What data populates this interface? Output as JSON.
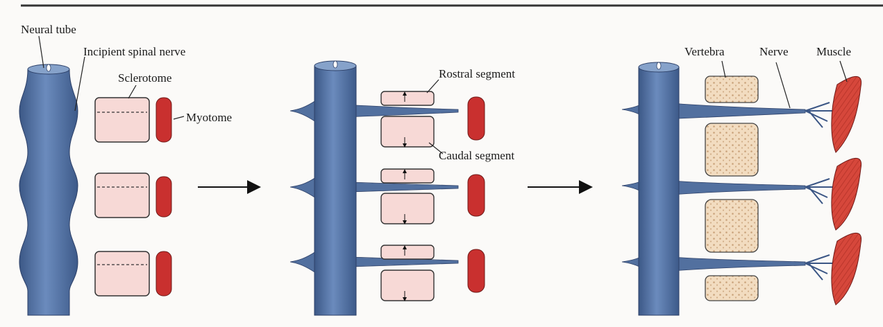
{
  "labels": {
    "neural_tube": "Neural tube",
    "incipient_spinal_nerve": "Incipient spinal nerve",
    "sclerotome": "Sclerotome",
    "myotome": "Myotome",
    "rostral_segment": "Rostral segment",
    "caudal_segment": "Caudal segment",
    "vertebra": "Vertebra",
    "nerve": "Nerve",
    "muscle": "Muscle"
  },
  "colors": {
    "neural_tube": "#4f6f9e",
    "neural_tube_highlight": "#7d99c2",
    "sclerotome": "#f7d9d6",
    "myotome": "#c9302f",
    "vertebra": "#f2dcc0",
    "vertebra_dots": "#caa37a",
    "muscle": "#d94a3e",
    "outline": "#2a2a2a"
  }
}
